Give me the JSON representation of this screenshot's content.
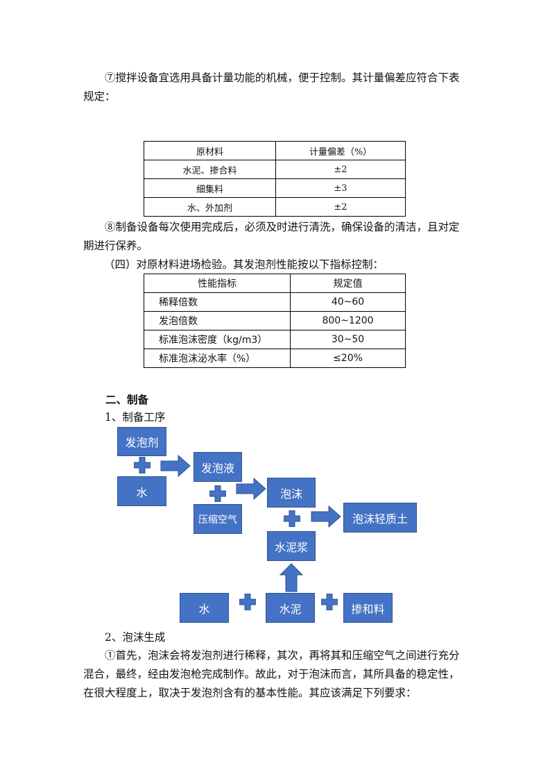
{
  "paragraphs": {
    "p7": "⑦搅拌设备宜选用具备计量功能的机械，便于控制。其计量偏差应符合下表规定：",
    "p8": "⑧制备设备每次使用完成后，必须及时进行清洗，确保设备的清洁，且对定期进行保养。",
    "p4": "（四）对原材料进场检验。其发泡剂性能按以下指标控制：",
    "p_foam": "①首先，泡沫会将发泡剂进行稀释，其次，再将其和压缩空气之间进行充分混合，最终，经由发泡枪完成制作。故此，对于泡沫而言，其所具备的稳定性，在很大程度上，取决于发泡剂含有的基本性能。其应该满足下列要求："
  },
  "headings": {
    "section2": "二、制备",
    "sub1": "1、制备工序",
    "sub2": "2、泡沫生成"
  },
  "table1": {
    "headers": [
      "原材料",
      "计量偏差（%）"
    ],
    "rows": [
      [
        "水泥、掺合料",
        "±2"
      ],
      [
        "细集料",
        "±3"
      ],
      [
        "水、外加剂",
        "±2"
      ]
    ]
  },
  "table2": {
    "headers": [
      "性能指标",
      "规定值"
    ],
    "rows": [
      [
        "稀释倍数",
        "40~60"
      ],
      [
        "发泡倍数",
        "800~1200"
      ],
      [
        "标准泡沫密度（kg/m3）",
        "30~50"
      ],
      [
        "标准泡沫泌水率（%）",
        "≤20%"
      ]
    ]
  },
  "diagram": {
    "box_color": "#4472c4",
    "border_color": "#2f528f",
    "nodes": {
      "foaming_agent": "发泡剂",
      "water_top": "水",
      "foam_liquid": "发泡液",
      "compressed_air": "压缩空气",
      "foam": "泡沫",
      "foam_light_soil": "泡沫轻质土",
      "cement_slurry": "水泥浆",
      "water_bottom": "水",
      "cement": "水泥",
      "admixture": "掺和料"
    }
  }
}
